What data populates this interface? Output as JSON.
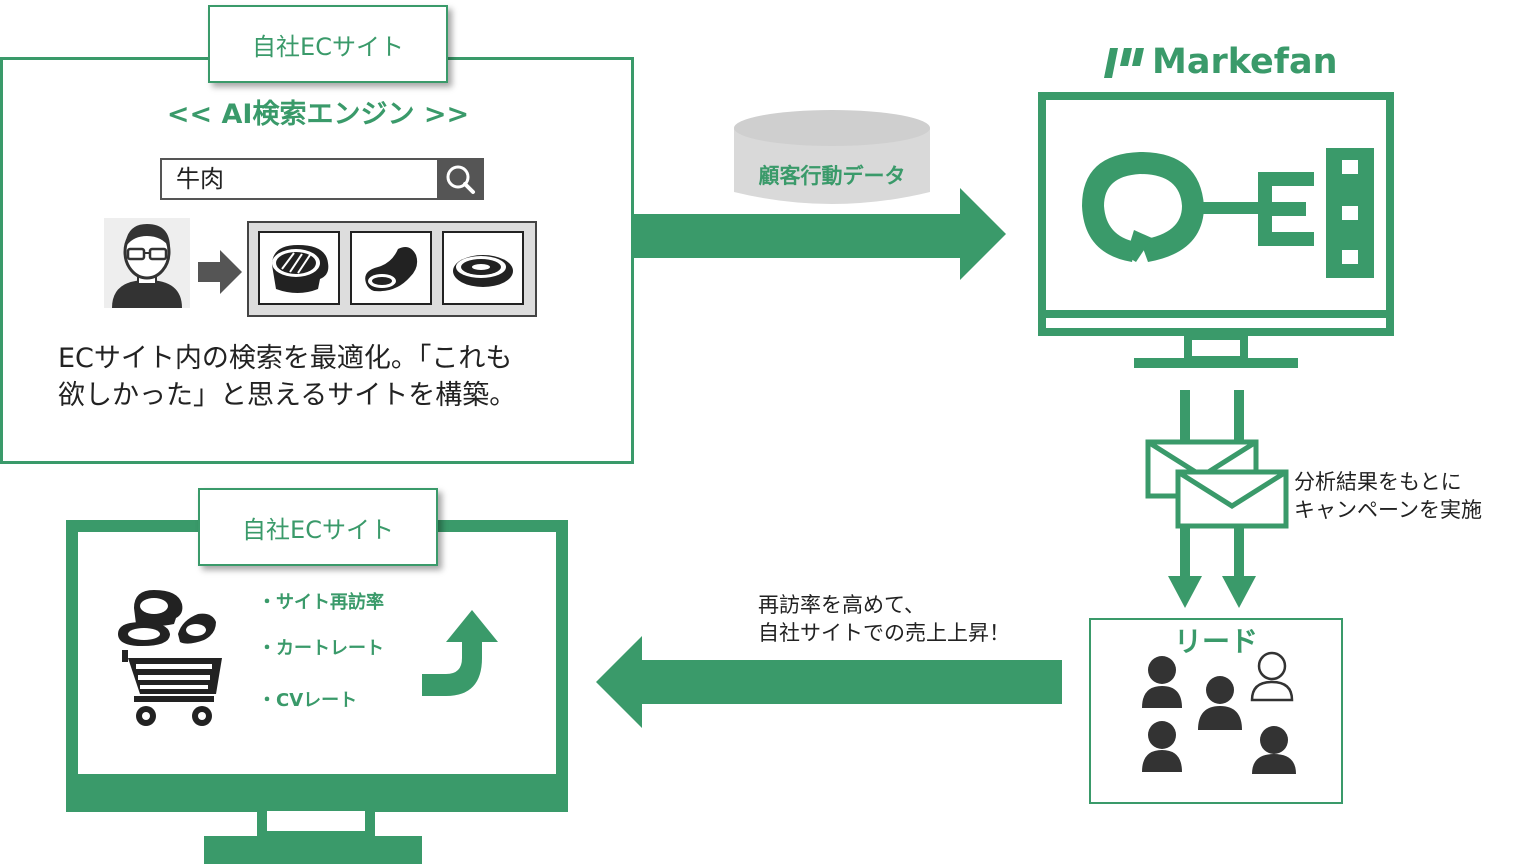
{
  "top_panel": {
    "tag": "自社ECサイト",
    "engine_title": "<< AI検索エンジン >>",
    "search_value": "牛肉",
    "description_line1": "ECサイト内の検索を最適化。「これも",
    "description_line2": "欲しかった」と思えるサイトを構築。"
  },
  "database": {
    "label": "顧客行動データ"
  },
  "markefan": {
    "logo_text": "Markefan"
  },
  "email": {
    "line1": "分析結果をもとに",
    "line2": "キャンペーンを実施"
  },
  "lead": {
    "title": "リード"
  },
  "return_arrow": {
    "line1": "再訪率を高めて、",
    "line2": "自社サイトでの売上上昇！"
  },
  "bottom_panel": {
    "tag": "自社ECサイト",
    "metrics": [
      "・サイト再訪率",
      "・カートレート",
      "・CVレート"
    ]
  },
  "colors": {
    "accent": "#3a9a6a",
    "dark": "#222222",
    "gray": "#555555"
  }
}
